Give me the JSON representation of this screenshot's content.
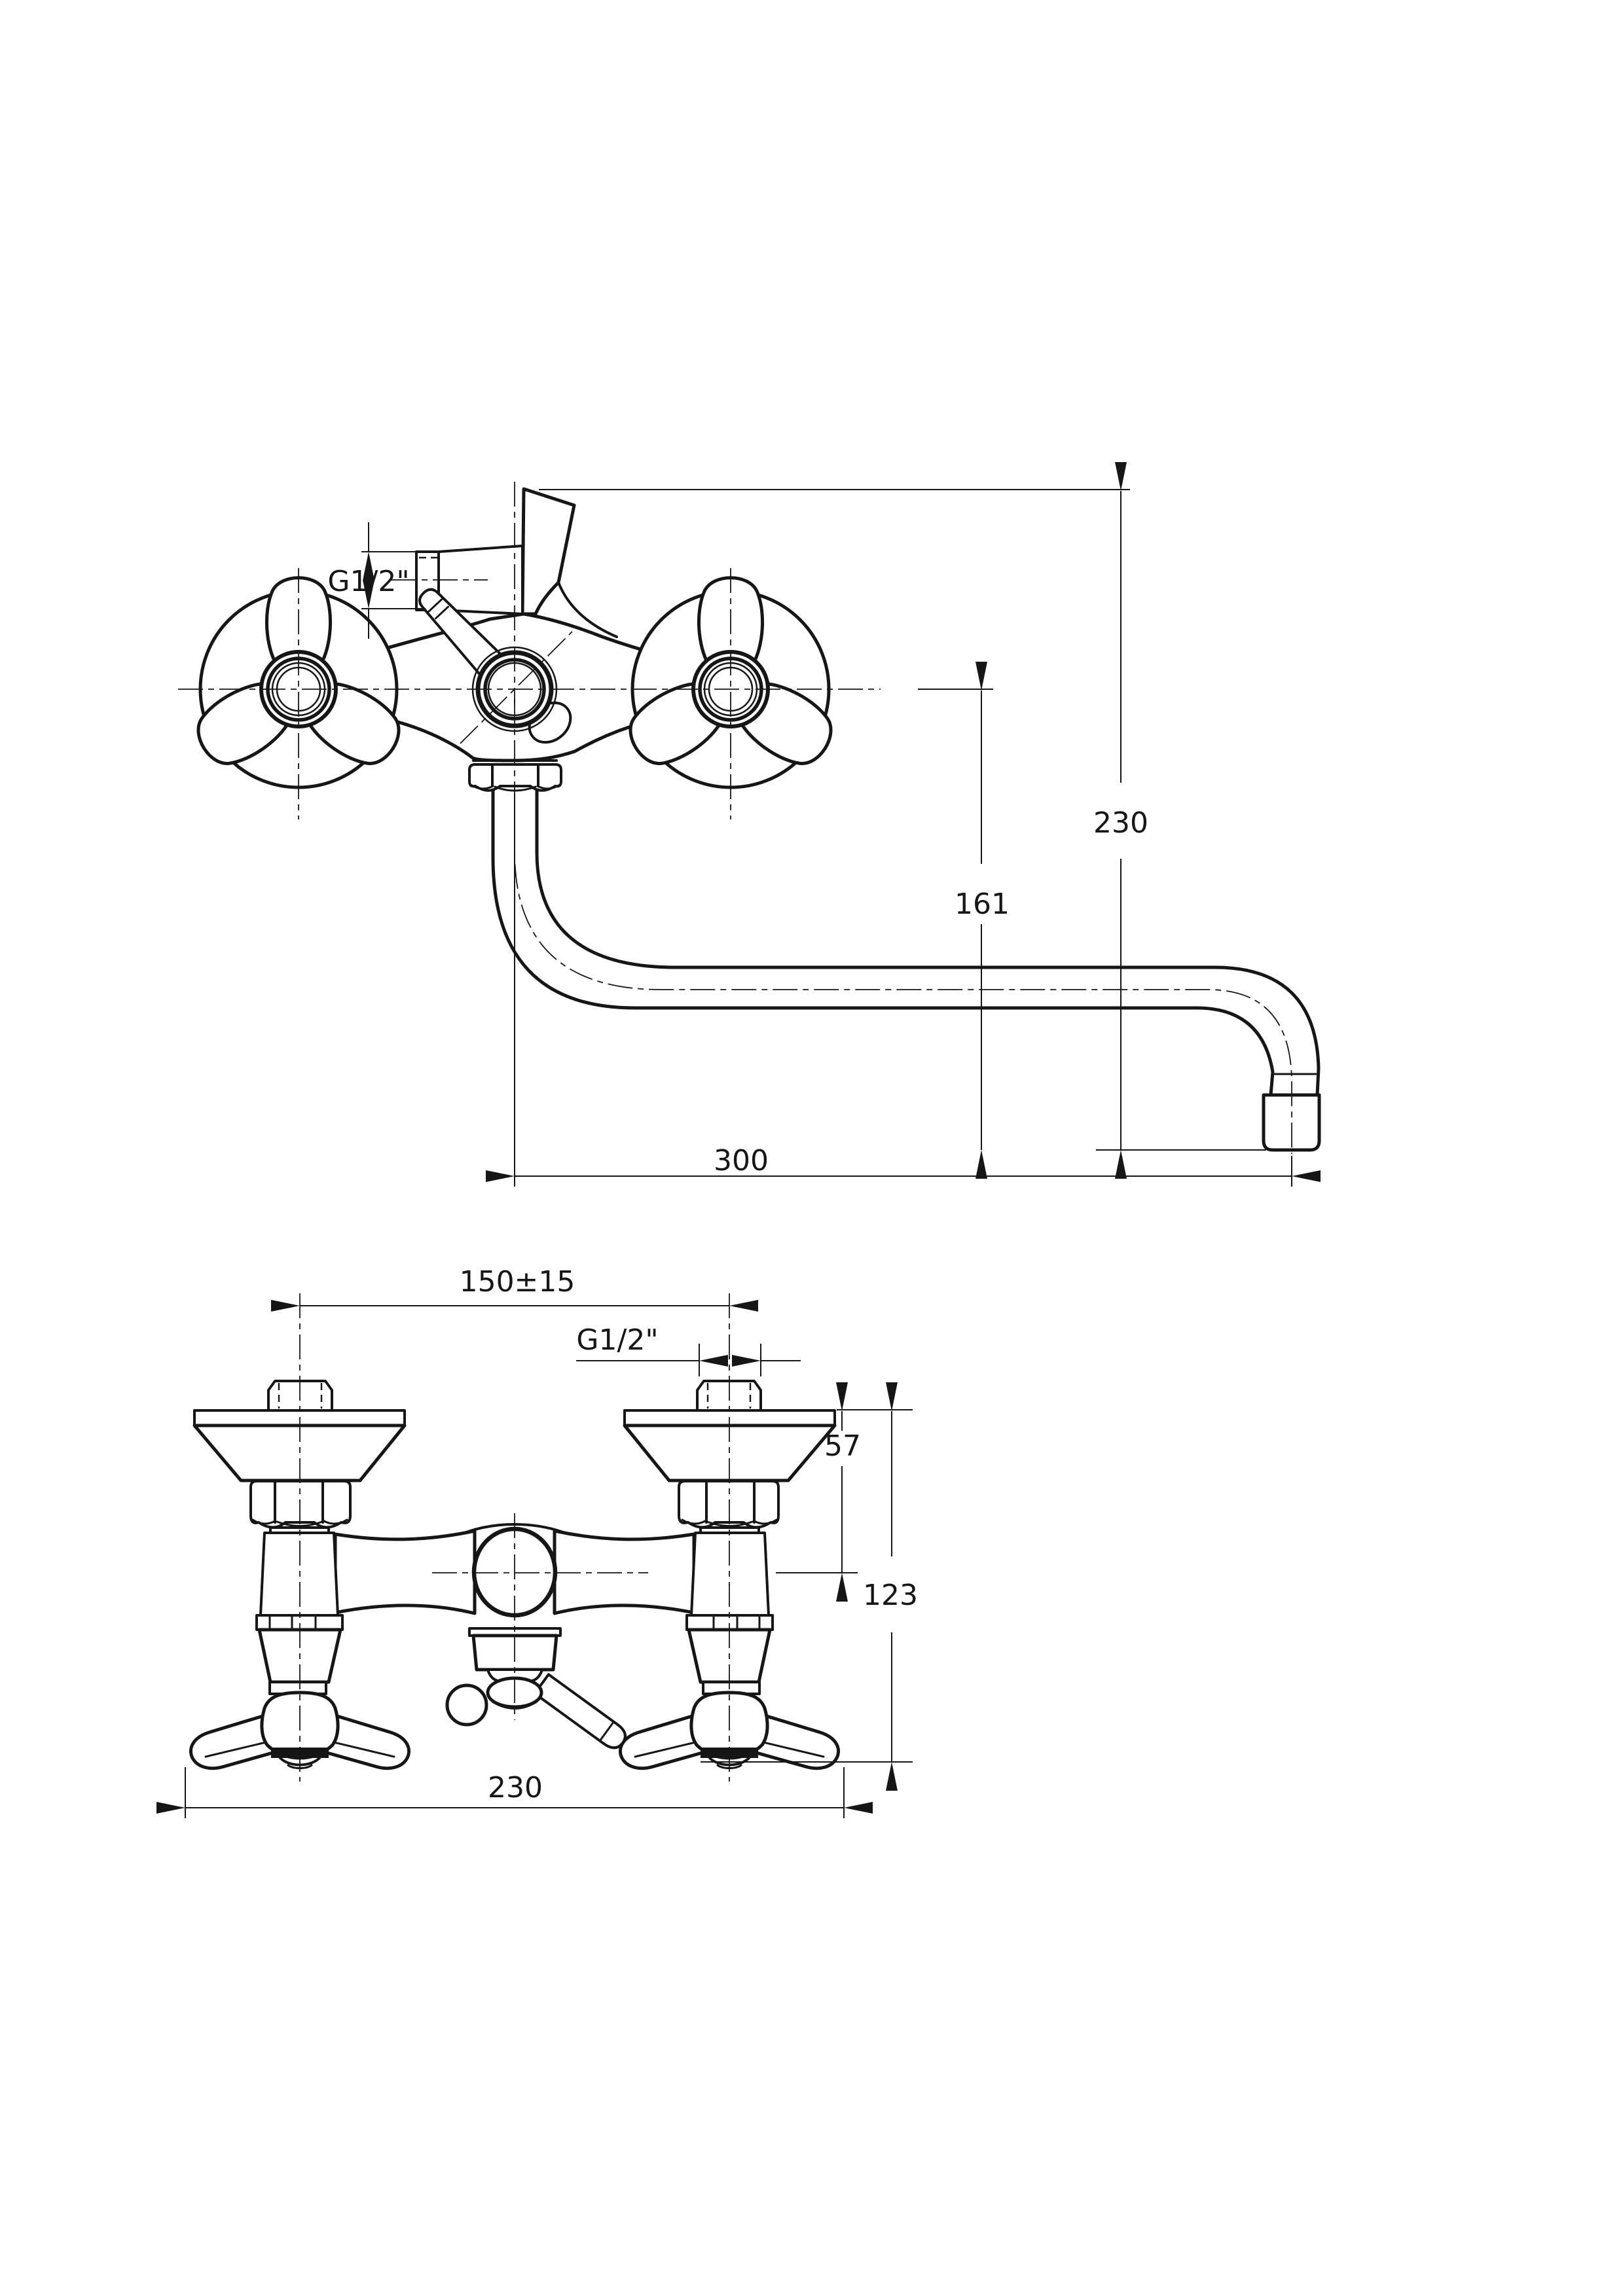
{
  "colors": {
    "ink": "#161616",
    "background": "#ffffff"
  },
  "front_view": {
    "dim_thread": "G1/2\"",
    "dim_height_total": "230",
    "dim_height_outlet": "161",
    "dim_reach": "300"
  },
  "plan_view": {
    "dim_connection_spacing": "150±15",
    "dim_thread": "G1/2\"",
    "dim_wall_to_axis": "57",
    "dim_wall_to_front": "123",
    "dim_overall_width": "230"
  }
}
